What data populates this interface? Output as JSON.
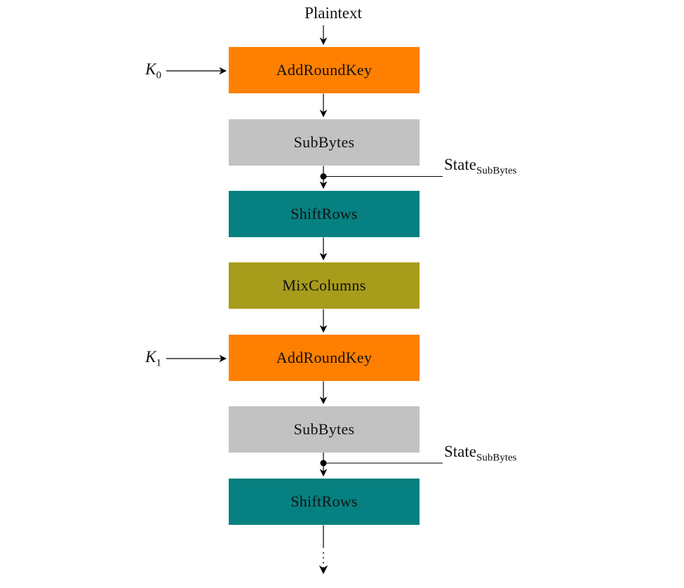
{
  "diagram": {
    "top_label": "Plaintext",
    "boxes": [
      {
        "label": "AddRoundKey",
        "color": "#FF8000"
      },
      {
        "label": "SubBytes",
        "color": "#C2C2C2"
      },
      {
        "label": "ShiftRows",
        "color": "#068080"
      },
      {
        "label": "MixColumns",
        "color": "#A89C1B"
      },
      {
        "label": "AddRoundKey",
        "color": "#FF8000"
      },
      {
        "label": "SubBytes",
        "color": "#C2C2C2"
      },
      {
        "label": "ShiftRows",
        "color": "#068080"
      }
    ],
    "key_labels": [
      {
        "base": "K",
        "sub": "0"
      },
      {
        "base": "K",
        "sub": "1"
      }
    ],
    "state_labels": [
      {
        "base": "State",
        "sub": "SubBytes"
      },
      {
        "base": "State",
        "sub": "SubBytes"
      }
    ],
    "line_color": "#000000"
  }
}
